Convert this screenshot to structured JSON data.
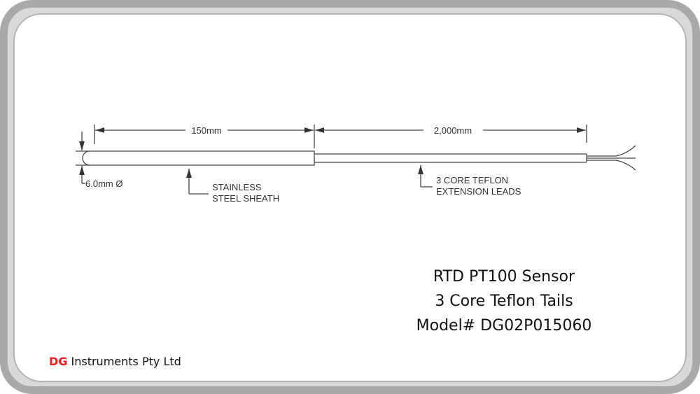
{
  "drawing": {
    "sheath_length": "150mm",
    "lead_length": "2,000mm",
    "diameter": "6.0mm Ø",
    "sheath_label": [
      "STAINLESS",
      "STEEL SHEATH"
    ],
    "lead_label": [
      "3 CORE TEFLON",
      "EXTENSION LEADS"
    ]
  },
  "title": {
    "line1": "RTD PT100 Sensor",
    "line2": "3 Core Teflon Tails",
    "line3": "Model# DG02P015060"
  },
  "footer": {
    "brand": "DG",
    "company": " Instruments Pty Ltd"
  },
  "colors": {
    "brand": "#ee1c1c",
    "frame": "#a9a9a9"
  }
}
